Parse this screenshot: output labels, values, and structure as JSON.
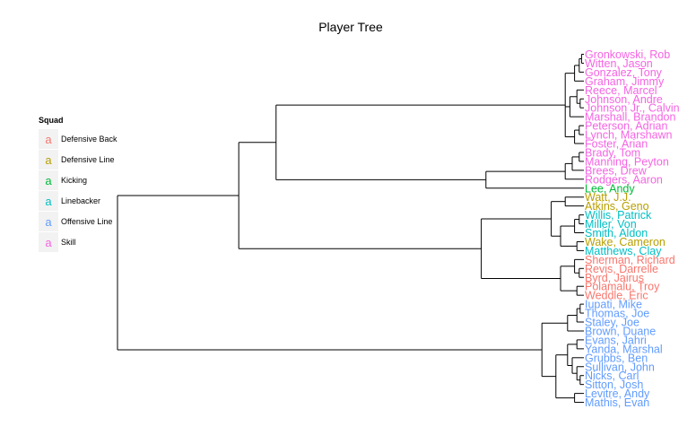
{
  "chart_data": {
    "type": "dendrogram",
    "title": "Player Tree",
    "legend": {
      "title": "Squad",
      "position": "left",
      "key_glyph": "a",
      "entries": [
        {
          "name": "Defensive Back",
          "color": "#F8766D"
        },
        {
          "name": "Defensive Line",
          "color": "#B79F00"
        },
        {
          "name": "Kicking",
          "color": "#00BA38"
        },
        {
          "name": "Linebacker",
          "color": "#00BFC4"
        },
        {
          "name": "Offensive Line",
          "color": "#619CFF"
        },
        {
          "name": "Skill",
          "color": "#F564E3"
        }
      ]
    },
    "leaves": [
      {
        "label": "Gronkowski, Rob",
        "squad": "Skill"
      },
      {
        "label": "Witten, Jason",
        "squad": "Skill"
      },
      {
        "label": "Gonzalez, Tony",
        "squad": "Skill"
      },
      {
        "label": "Graham, Jimmy",
        "squad": "Skill"
      },
      {
        "label": "Reece, Marcel",
        "squad": "Skill"
      },
      {
        "label": "Johnson, Andre",
        "squad": "Skill"
      },
      {
        "label": "Johnson Jr., Calvin",
        "squad": "Skill"
      },
      {
        "label": "Marshall, Brandon",
        "squad": "Skill"
      },
      {
        "label": "Peterson, Adrian",
        "squad": "Skill"
      },
      {
        "label": "Lynch, Marshawn",
        "squad": "Skill"
      },
      {
        "label": "Foster, Arian",
        "squad": "Skill"
      },
      {
        "label": "Brady, Tom",
        "squad": "Skill"
      },
      {
        "label": "Manning, Peyton",
        "squad": "Skill"
      },
      {
        "label": "Brees, Drew",
        "squad": "Skill"
      },
      {
        "label": "Rodgers, Aaron",
        "squad": "Skill"
      },
      {
        "label": "Lee, Andy",
        "squad": "Kicking"
      },
      {
        "label": "Watt, J.J.",
        "squad": "Defensive Line"
      },
      {
        "label": "Atkins, Geno",
        "squad": "Defensive Line"
      },
      {
        "label": "Willis, Patrick",
        "squad": "Linebacker"
      },
      {
        "label": "Miller, Von",
        "squad": "Linebacker"
      },
      {
        "label": "Smith, Aldon",
        "squad": "Linebacker"
      },
      {
        "label": "Wake, Cameron",
        "squad": "Defensive Line"
      },
      {
        "label": "Matthews, Clay",
        "squad": "Linebacker"
      },
      {
        "label": "Sherman, Richard",
        "squad": "Defensive Back"
      },
      {
        "label": "Revis, Darrelle",
        "squad": "Defensive Back"
      },
      {
        "label": "Byrd, Jairus",
        "squad": "Defensive Back"
      },
      {
        "label": "Polamalu, Troy",
        "squad": "Defensive Back"
      },
      {
        "label": "Weddle, Eric",
        "squad": "Defensive Back"
      },
      {
        "label": "Iupati, Mike",
        "squad": "Offensive Line"
      },
      {
        "label": "Thomas, Joe",
        "squad": "Offensive Line"
      },
      {
        "label": "Staley, Joe",
        "squad": "Offensive Line"
      },
      {
        "label": "Brown, Duane",
        "squad": "Offensive Line"
      },
      {
        "label": "Evans, Jahri",
        "squad": "Offensive Line"
      },
      {
        "label": "Yanda, Marshal",
        "squad": "Offensive Line"
      },
      {
        "label": "Grubbs, Ben",
        "squad": "Offensive Line"
      },
      {
        "label": "Sullivan, John",
        "squad": "Offensive Line"
      },
      {
        "label": "Nicks, Carl",
        "squad": "Offensive Line"
      },
      {
        "label": "Sitton, Josh",
        "squad": "Offensive Line"
      },
      {
        "label": "Levitre, Andy",
        "squad": "Offensive Line"
      },
      {
        "label": "Mathis, Evan",
        "squad": "Offensive Line"
      }
    ],
    "tree": {
      "h": 1.0,
      "c": [
        {
          "h": 0.74,
          "c": [
            {
              "h": 0.66,
              "c": [
                {
                  "h": 0.04,
                  "c": [
                    {
                      "h": 0.02,
                      "c": [
                        {
                          "h": 0.01,
                          "c": [
                            {
                              "h": 0.005,
                              "c": [
                                0,
                                1
                              ]
                            },
                            2
                          ]
                        },
                        3
                      ]
                    },
                    {
                      "h": 0.03,
                      "c": [
                        {
                          "h": 0.015,
                          "c": [
                            4,
                            {
                              "h": 0.008,
                              "c": [
                                5,
                                6
                              ]
                            }
                          ]
                        },
                        7
                      ]
                    },
                    {
                      "h": 0.02,
                      "c": [
                        {
                          "h": 0.01,
                          "c": [
                            8,
                            9
                          ]
                        },
                        10
                      ]
                    }
                  ]
                },
                {
                  "h": 0.21,
                  "c": [
                    {
                      "h": 0.04,
                      "c": [
                        {
                          "h": 0.025,
                          "c": [
                            {
                              "h": 0.01,
                              "c": [
                                11,
                                12
                              ]
                            },
                            13
                          ]
                        },
                        14
                      ]
                    },
                    15
                  ]
                }
              ]
            },
            {
              "h": 0.22,
              "c": [
                {
                  "h": 0.07,
                  "c": [
                    {
                      "h": 0.04,
                      "c": [
                        16,
                        17
                      ]
                    },
                    {
                      "h": 0.05,
                      "c": [
                        {
                          "h": 0.02,
                          "c": [
                            {
                              "h": 0.01,
                              "c": [
                                18,
                                19
                              ]
                            },
                            20
                          ]
                        },
                        {
                          "h": 0.015,
                          "c": [
                            21,
                            22
                          ]
                        }
                      ]
                    }
                  ]
                },
                {
                  "h": 0.05,
                  "c": [
                    {
                      "h": 0.02,
                      "c": [
                        23,
                        {
                          "h": 0.01,
                          "c": [
                            24,
                            25
                          ]
                        }
                      ]
                    },
                    {
                      "h": 0.015,
                      "c": [
                        26,
                        27
                      ]
                    }
                  ]
                }
              ]
            }
          ]
        },
        {
          "h": 0.09,
          "c": [
            {
              "h": 0.035,
              "c": [
                {
                  "h": 0.015,
                  "c": [
                    {
                      "h": 0.008,
                      "c": [
                        28,
                        29
                      ]
                    },
                    30
                  ]
                },
                31
              ]
            },
            {
              "h": 0.06,
              "c": [
                {
                  "h": 0.035,
                  "c": [
                    {
                      "h": 0.015,
                      "c": [
                        32,
                        33
                      ]
                    },
                    {
                      "h": 0.025,
                      "c": [
                        34,
                        {
                          "h": 0.015,
                          "c": [
                            35,
                            {
                              "h": 0.008,
                              "c": [
                                36,
                                37
                              ]
                            }
                          ]
                        }
                      ]
                    }
                  ]
                },
                {
                  "h": 0.02,
                  "c": [
                    38,
                    39
                  ]
                }
              ]
            }
          ]
        }
      ]
    }
  }
}
